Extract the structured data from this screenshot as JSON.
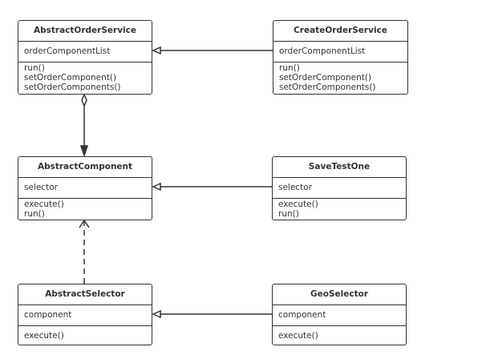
{
  "classes": [
    {
      "name": "AbstractOrderService",
      "attributes": [
        "orderComponentList"
      ],
      "methods": [
        "run()",
        "setOrderComponent()",
        "setOrderComponents()"
      ]
    },
    {
      "name": "CreateOrderService",
      "attributes": [
        "orderComponentList"
      ],
      "methods": [
        "run()",
        "setOrderComponent()",
        "setOrderComponents()"
      ]
    },
    {
      "name": "AbstractComponent",
      "attributes": [
        "selector"
      ],
      "methods": [
        "execute()",
        "run()"
      ]
    },
    {
      "name": "SaveTestOne",
      "attributes": [
        "selector"
      ],
      "methods": [
        "execute()",
        "run()"
      ]
    },
    {
      "name": "AbstractSelector",
      "attributes": [
        "component"
      ],
      "methods": [
        "execute()"
      ]
    },
    {
      "name": "GeoSelector",
      "attributes": [
        "component"
      ],
      "methods": [
        "execute()"
      ]
    }
  ],
  "relations": [
    {
      "type": "generalization",
      "from": "CreateOrderService",
      "to": "AbstractOrderService"
    },
    {
      "type": "aggregation",
      "from": "AbstractOrderService",
      "to": "AbstractComponent"
    },
    {
      "type": "generalization",
      "from": "SaveTestOne",
      "to": "AbstractComponent"
    },
    {
      "type": "dependency",
      "from": "AbstractSelector",
      "to": "AbstractComponent"
    },
    {
      "type": "generalization",
      "from": "GeoSelector",
      "to": "AbstractSelector"
    }
  ],
  "colors": {
    "line": "#333333",
    "background": "#ffffff"
  }
}
